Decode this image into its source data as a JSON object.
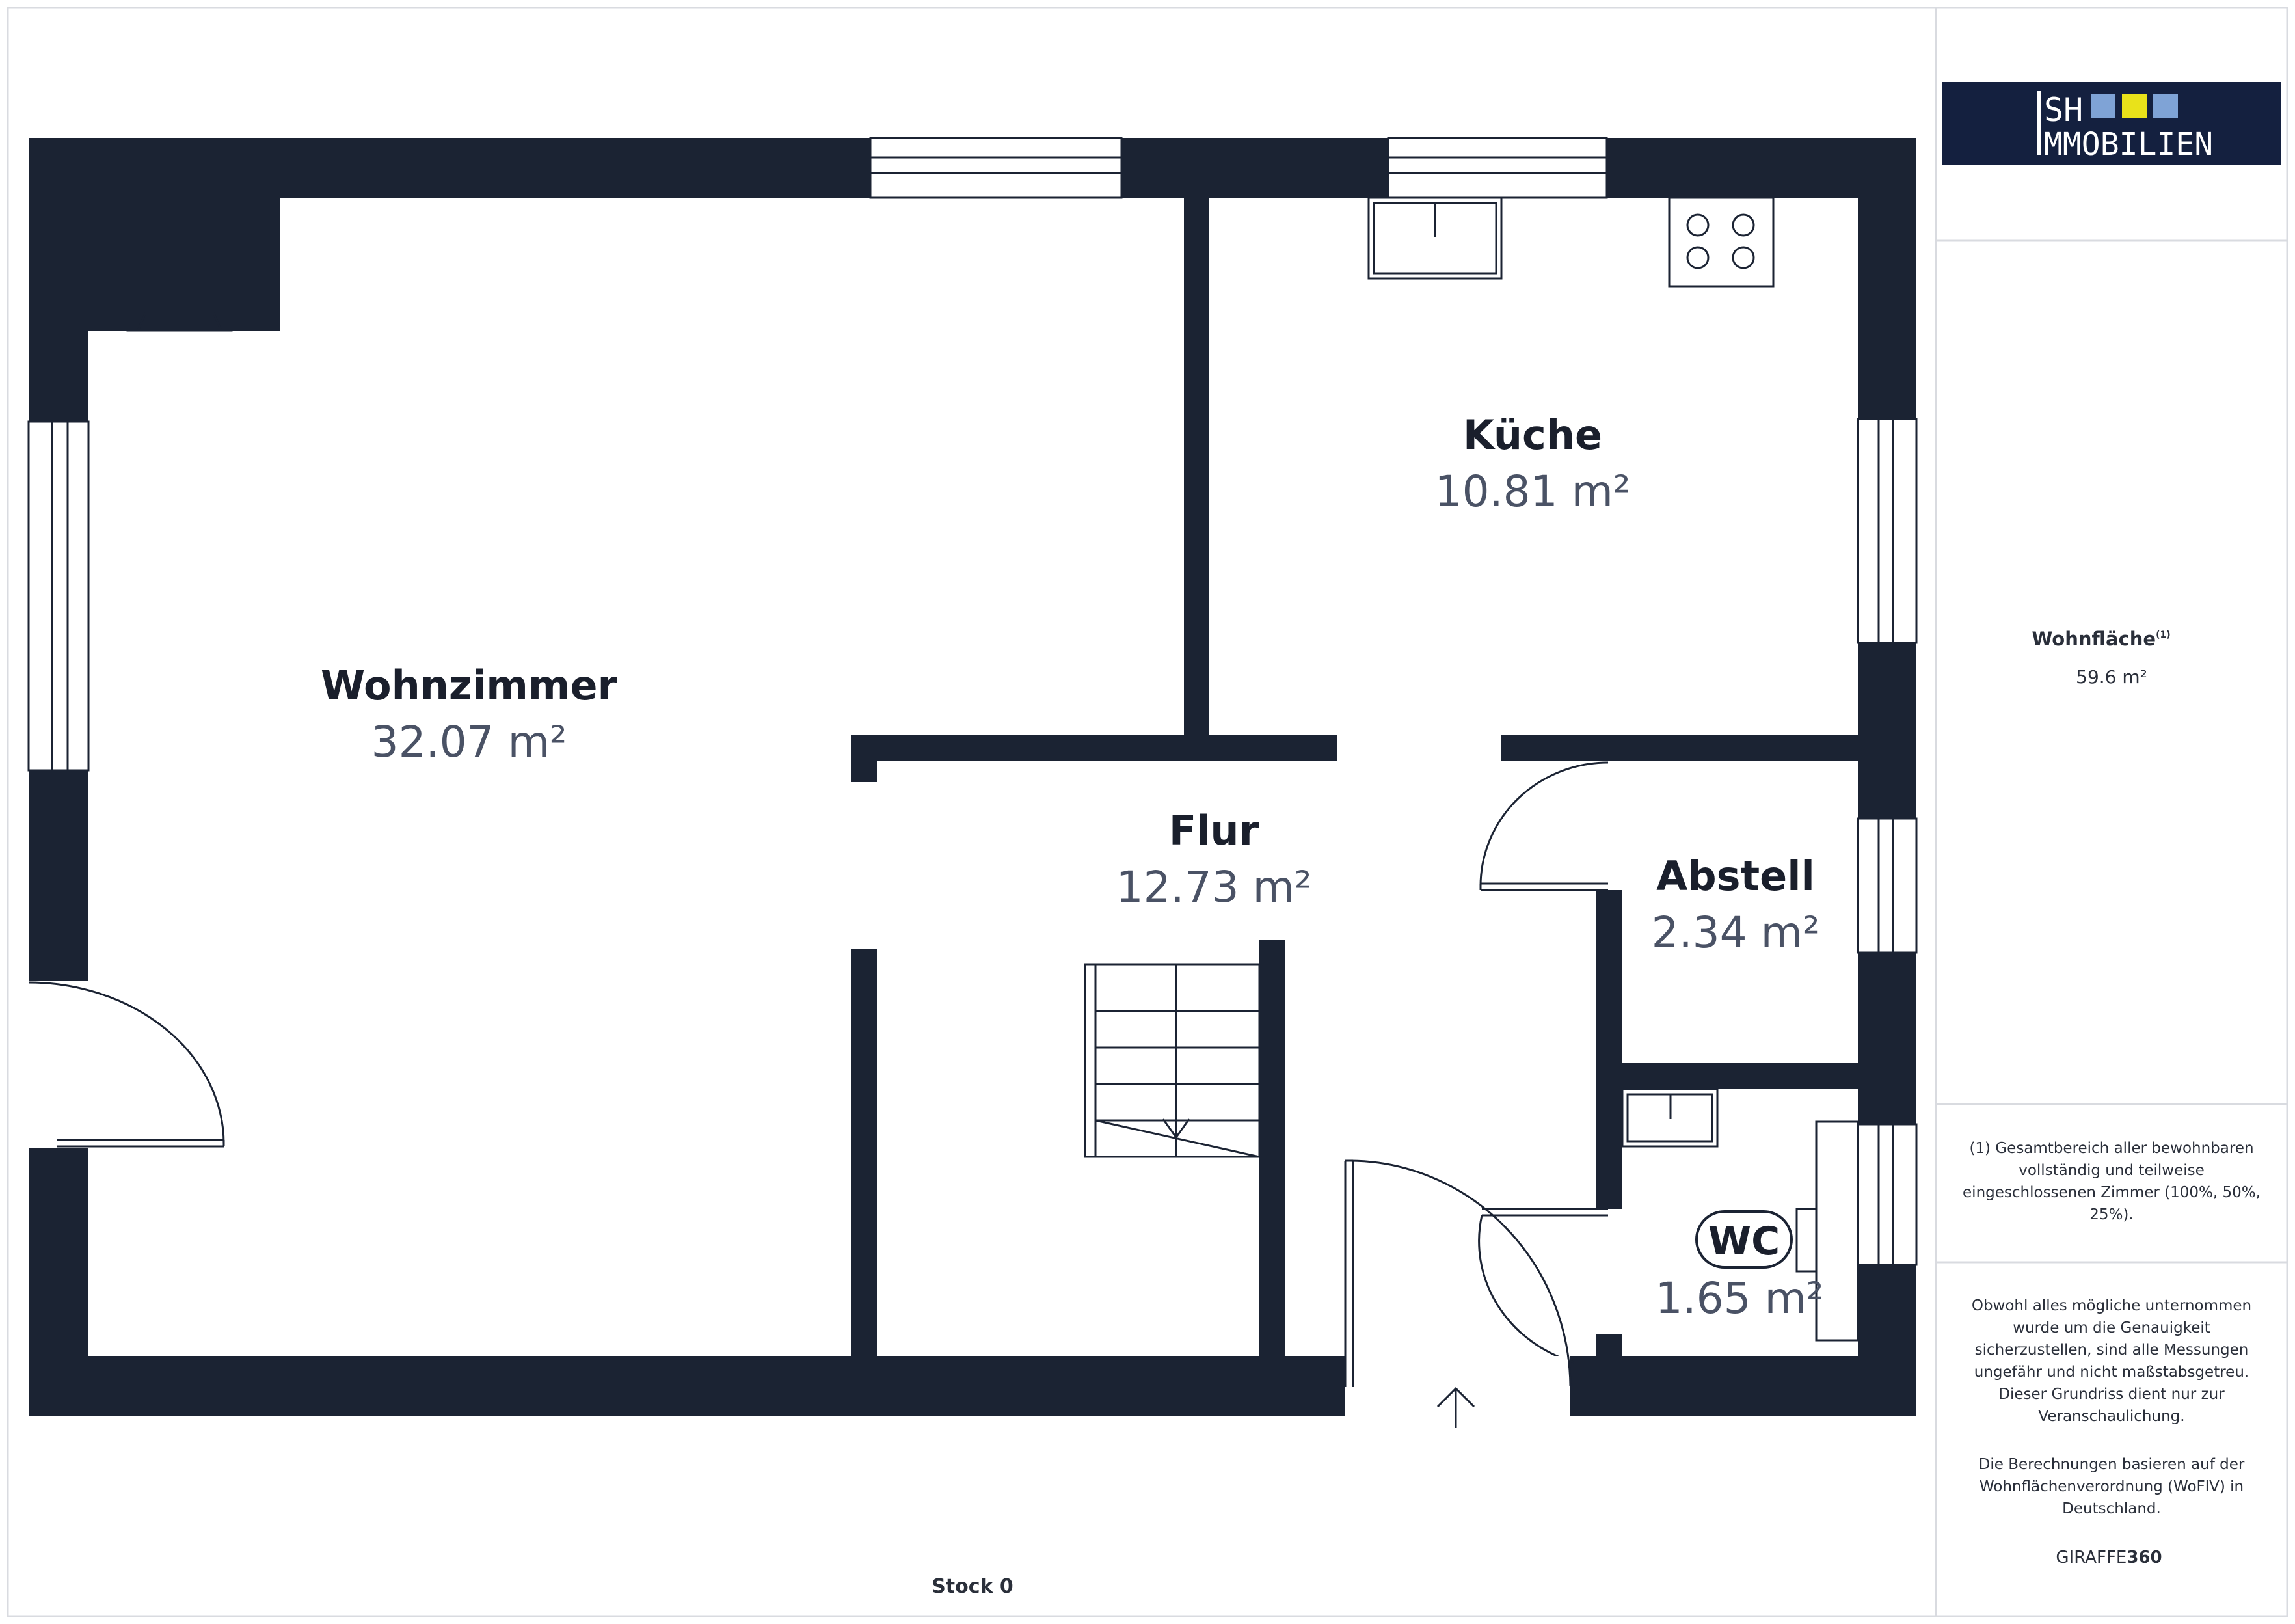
{
  "rooms": [
    {
      "name": "Wohnzimmer",
      "area": "32.07 m²"
    },
    {
      "name": "Küche",
      "area": "10.81 m²"
    },
    {
      "name": "Flur",
      "area": "12.73 m²"
    },
    {
      "name": "Abstell",
      "area": "2.34 m²"
    },
    {
      "name": "WC",
      "area": "1.65 m²"
    }
  ],
  "floor_label": "Stock 0",
  "logo": {
    "line1": "SH",
    "line2": "MMOBILIEN",
    "colors": [
      "#7fa3d6",
      "#e9e21a",
      "#7fa3d6"
    ]
  },
  "summary": {
    "label": "Wohnfläche",
    "superscript": "(1)",
    "value": "59.6 m²"
  },
  "footnote": [
    "(1) Gesamtbereich aller bewohnbaren",
    "vollständig und teilweise",
    "eingeschlossenen Zimmer (100%, 50%,",
    "25%)."
  ],
  "disclaimer": [
    "Obwohl alles mögliche unternommen",
    "wurde um die Genauigkeit",
    "sicherzustellen, sind alle Messungen",
    "ungefähr und nicht maßstabsgetreu.",
    "Dieser Grundriss dient nur zur",
    "Veranschaulichung."
  ],
  "calc_note": [
    "Die Berechnungen basieren auf der",
    "Wohnflächenverordnung (WoFlV) in",
    "Deutschland."
  ],
  "brand": {
    "prefix": "GIRAFFE",
    "suffix": "360"
  },
  "colors": {
    "wall": "#1b2333",
    "logo_bg": "#14203f"
  }
}
